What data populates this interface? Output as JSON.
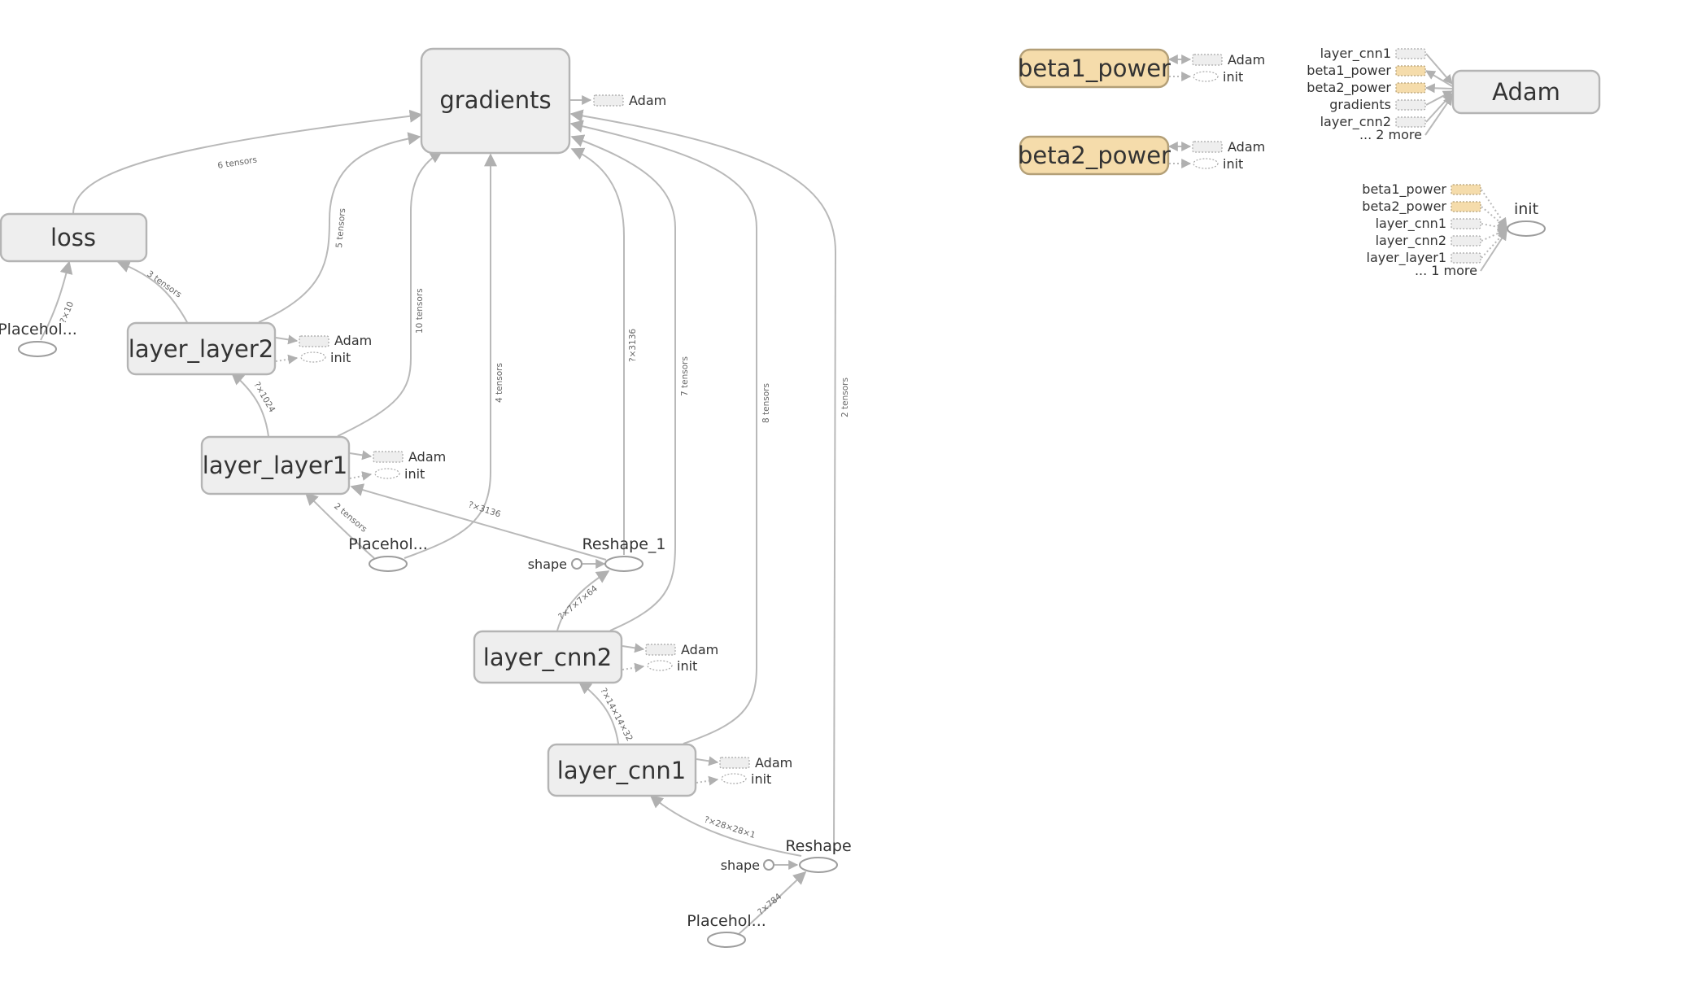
{
  "graph": {
    "nodes": {
      "gradients": "gradients",
      "loss": "loss",
      "layer_layer2": "layer_layer2",
      "layer_layer1": "layer_layer1",
      "layer_cnn2": "layer_cnn2",
      "layer_cnn1": "layer_cnn1",
      "beta1_power": "beta1_power",
      "beta2_power": "beta2_power",
      "adam": "Adam",
      "init": "init",
      "placeholder_label": "Placehol...",
      "placeholder_label_2": "Placehol...",
      "placeholder_label_3": "Placehol...",
      "reshape": "Reshape",
      "reshape_1": "Reshape_1",
      "shape": "shape",
      "shape_2": "shape"
    },
    "aux": {
      "adam": "Adam",
      "init": "init"
    },
    "edge_labels": {
      "e_6tensors": "6 tensors",
      "e_5tensors": "5 tensors",
      "e_3tensors": "3 tensors",
      "e_10tensors": "10 tensors",
      "e_4tensors": "4 tensors",
      "e_3136": "?×3136",
      "e_7tensors": "7 tensors",
      "e_8tensors": "8 tensors",
      "e_2tensors": "2 tensors",
      "e_10": "?×10",
      "e_1024": "?×1024",
      "e_2tensors_b": "2 tensors",
      "e_3136_b": "?×3136",
      "e_7764": "?×7×7×64",
      "e_141432": "?×14×14×32",
      "e_28281": "?×28×28×1",
      "e_784": "?×784"
    },
    "adam_inputs": [
      "layer_cnn1",
      "beta1_power",
      "beta2_power",
      "gradients",
      "layer_cnn2"
    ],
    "adam_more": "... 2 more",
    "init_inputs": [
      "beta1_power",
      "beta2_power",
      "layer_cnn1",
      "layer_cnn2",
      "layer_layer1"
    ],
    "init_more": "... 1 more"
  }
}
